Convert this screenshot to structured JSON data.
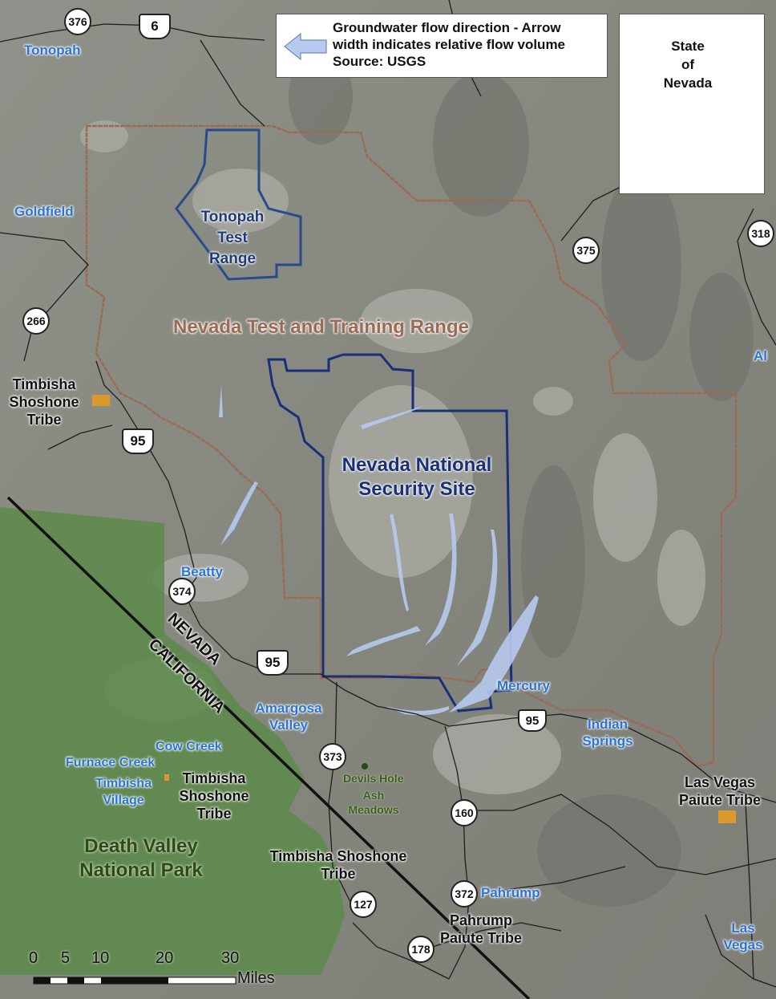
{
  "legend": {
    "line1": "Groundwater flow direction - Arrow",
    "line2": "width indicates relative flow volume",
    "line3": "Source: USGS"
  },
  "inset": {
    "title_line1": "State",
    "title_line2": "of",
    "title_line3": "Nevada"
  },
  "areas": {
    "nttr": "Nevada Test and Training Range",
    "ttr_line1": "Tonopah",
    "ttr_line2": "Test",
    "ttr_line3": "Range",
    "nnss_line1": "Nevada National",
    "nnss_line2": "Security Site",
    "dvnp_line1": "Death Valley",
    "dvnp_line2": "National Park"
  },
  "state_line": {
    "nevada": "NEVADA",
    "california": "CALIFORNIA"
  },
  "towns": {
    "tonopah": "Tonopah",
    "goldfield": "Goldfield",
    "beatty": "Beatty",
    "amargosa_line1": "Amargosa",
    "amargosa_line2": "Valley",
    "mercury": "Mercury",
    "indian_line1": "Indian",
    "indian_line2": "Springs",
    "cow_creek": "Cow Creek",
    "furnace_creek": "Furnace Creek",
    "tim_village_line1": "Timbisha",
    "tim_village_line2": "Village",
    "pahrump": "Pahrump",
    "lasvegas_line1": "Las",
    "lasvegas_line2": "Vegas",
    "edge_al": "Al"
  },
  "tribes": {
    "timbisha_north_line1": "Timbisha",
    "timbisha_north_line2": "Shoshone",
    "timbisha_north_line3": "Tribe",
    "timbisha_dv_line1": "Timbisha",
    "timbisha_dv_line2": "Shoshone",
    "timbisha_dv_line3": "Tribe",
    "timbisha_south_line1": "Timbisha Shoshone",
    "timbisha_south_line2": "Tribe",
    "lv_paiute_line1": "Las Vegas",
    "lv_paiute_line2": "Paiute Tribe",
    "pahrump_paiute_line1": "Pahrump",
    "pahrump_paiute_line2": "Paiute Tribe"
  },
  "features": {
    "devils_hole": "Devils Hole",
    "ash_line1": "Ash",
    "ash_line2": "Meadows"
  },
  "routes": {
    "r376": "376",
    "us6": "6",
    "r318": "318",
    "r375": "375",
    "r266": "266",
    "us95_north": "95",
    "r374": "374",
    "us95_mid": "95",
    "us95_east": "95",
    "r373": "373",
    "r160": "160",
    "r372": "372",
    "r127": "127",
    "r178": "178"
  },
  "scale": {
    "t0": "0",
    "t5": "5",
    "t10": "10",
    "t20": "20",
    "t30": "30",
    "unit": "Miles"
  },
  "colors": {
    "nttr_boundary": "#9a6a55",
    "nnss_boundary": "#1a2f7a",
    "ttr_boundary": "#2a4a8a",
    "park_fill": "#5d8a4a",
    "flow_arrow": "#b7c9ef",
    "town_label": "#2a74d6",
    "park_label": "#2e4a1a",
    "tribe_marker": "#d99a2b"
  }
}
